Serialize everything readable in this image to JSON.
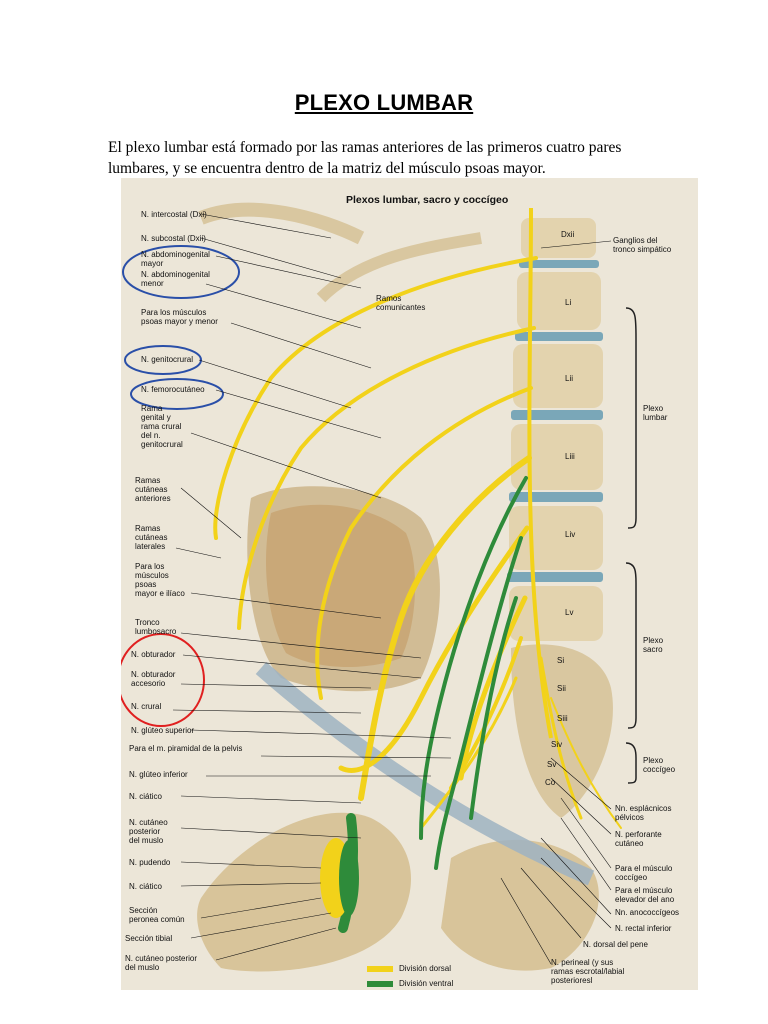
{
  "title": "PLEXO LUMBAR",
  "intro": "El plexo lumbar está formado por las ramas anteriores de las primeros cuatro pares lumbares, y se encuentra dentro de la matriz del músculo psoas mayor.",
  "figure": {
    "title": "Plexos lumbar, sacro y coccígeo",
    "left_labels": [
      "N. intercostal (Dxi)",
      "N. subcostal (Dxii)",
      "N. abdominogenital\nmayor",
      "N. abdominogenital\nmenor",
      "Para los músculos\npsoas mayor y menor",
      "N. genitocrural",
      "N. femorocutáneo",
      "Rama\ngenital y\nrama crural\ndel n.\ngenitocrural",
      "Ramas\ncutáneas\nanteriores",
      "Ramas\ncutáneas\nlaterales",
      "Para los\nmúsculos\npsoas\nmayor e ilíaco",
      "Tronco\nlumbosacro",
      "N. obturador",
      "N. obturador\naccesorio",
      "N. crural",
      "N. glúteo superior",
      "Para el m. piramidal de la pelvis",
      "N. glúteo inferior",
      "N. ciático",
      "N. cutáneo\nposterior\ndel muslo",
      "N. pudendo",
      "N. ciático",
      "Sección\nperonea común",
      "Sección tibial",
      "N. cutáneo posterior\ndel muslo"
    ],
    "right_labels": [
      "Ganglios del\ntronco simpático",
      "Plexo\nlumbar",
      "Plexo\nsacro",
      "Plexo\ncoccígeo",
      "Nn. esplácnicos\npélvicos",
      "N. perforante\ncutáneo",
      "Para el músculo\ncoccígeo",
      "Para el músculo\nelevador del ano",
      "Nn. anococcígeos",
      "N. rectal inferior",
      "N. dorsal del pene",
      "N. perineal (y sus\nramas escrotal/labial\nposterioresl"
    ],
    "center_labels": [
      "Ramos\ncomunicantes"
    ],
    "vertebrae": [
      "Dxii",
      "Li",
      "Lii",
      "Liii",
      "Liv",
      "Lv",
      "Si",
      "Sii",
      "Siii",
      "Siv",
      "Sv",
      "Co"
    ],
    "legend": [
      {
        "label": "División dorsal",
        "color": "#f2d21a"
      },
      {
        "label": "División ventral",
        "color": "#2e8b3a"
      }
    ],
    "colors": {
      "nerve_dorsal": "#f2d21a",
      "nerve_ventral": "#2e8b3a",
      "bone": "#e3d3ae",
      "disc": "#7aa7b8",
      "highlight_blue": "#2a4fa8",
      "highlight_red": "#e02020"
    }
  }
}
